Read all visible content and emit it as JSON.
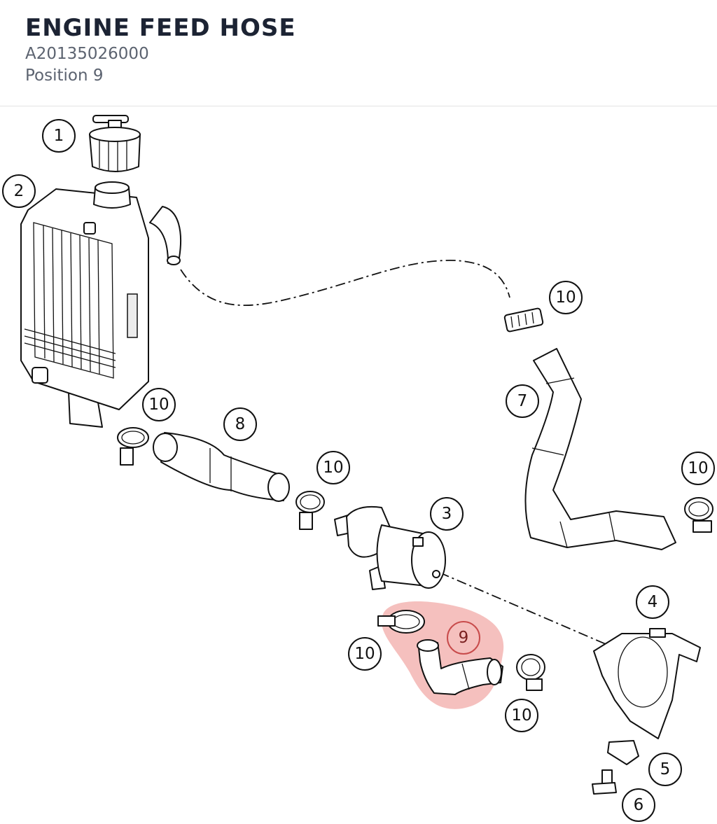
{
  "header": {
    "title": "ENGINE FEED HOSE",
    "part_number": "A20135026000",
    "position": "Position 9"
  },
  "diagram": {
    "selected_position": "9",
    "highlight_color": "#e0413a",
    "callouts": [
      {
        "id": "c1",
        "label": "1"
      },
      {
        "id": "c2",
        "label": "2"
      },
      {
        "id": "c3",
        "label": "3"
      },
      {
        "id": "c4",
        "label": "4"
      },
      {
        "id": "c5",
        "label": "5"
      },
      {
        "id": "c6",
        "label": "6"
      },
      {
        "id": "c7",
        "label": "7"
      },
      {
        "id": "c8",
        "label": "8"
      },
      {
        "id": "c9",
        "label": "9"
      },
      {
        "id": "c10a",
        "label": "10"
      },
      {
        "id": "c10b",
        "label": "10"
      },
      {
        "id": "c10c",
        "label": "10"
      },
      {
        "id": "c10d",
        "label": "10"
      },
      {
        "id": "c10e",
        "label": "10"
      },
      {
        "id": "c10f",
        "label": "10"
      }
    ]
  }
}
